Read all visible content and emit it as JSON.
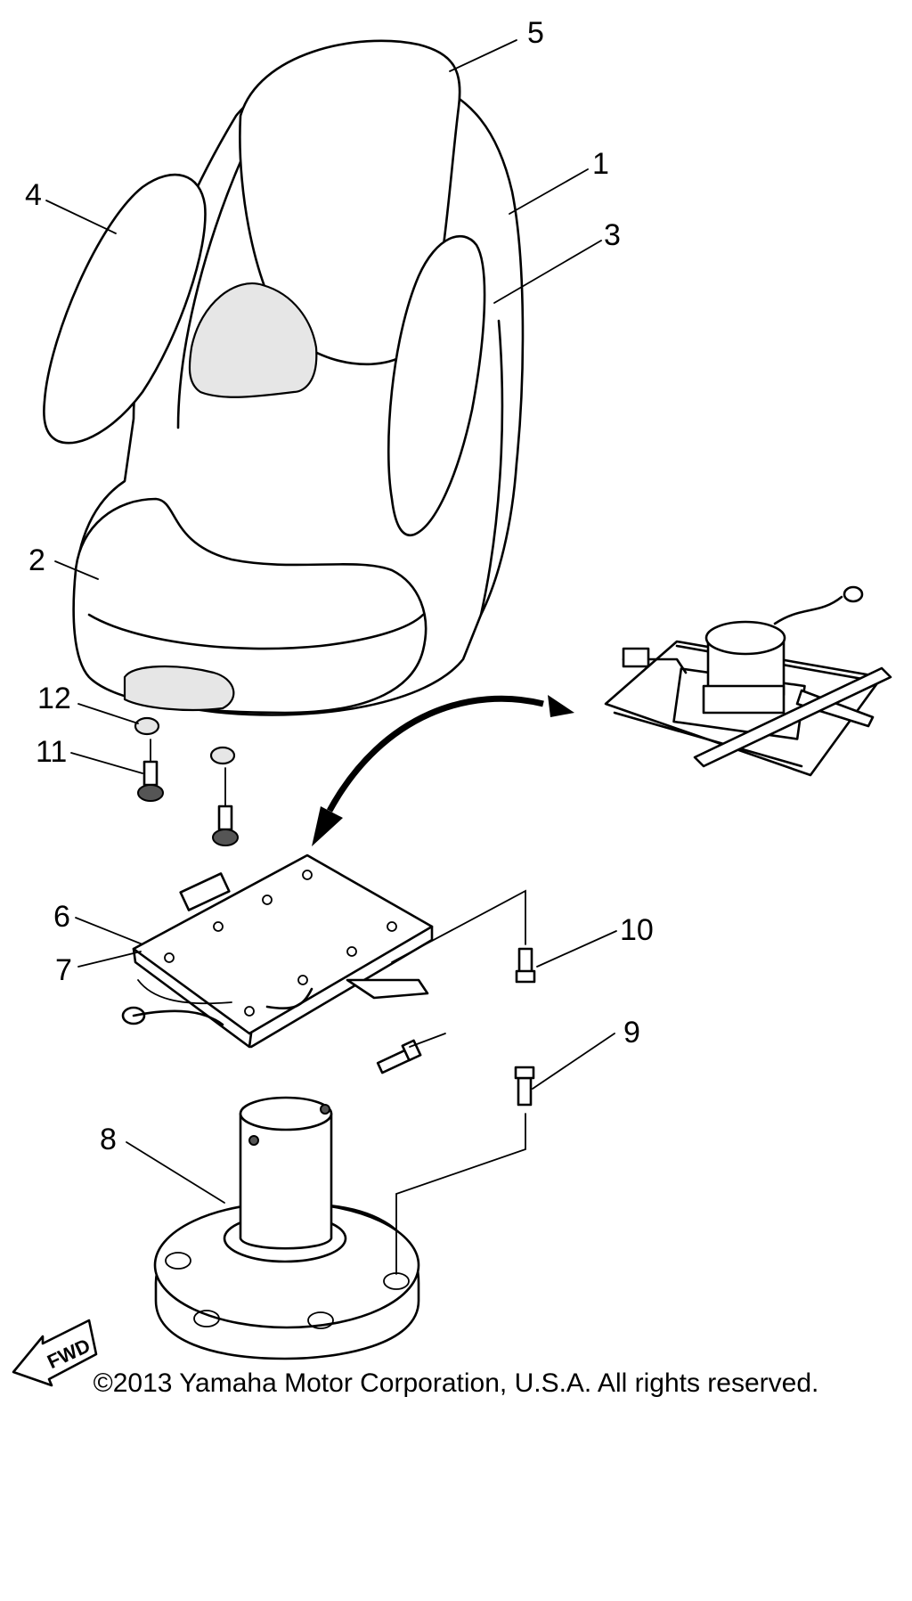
{
  "callouts": {
    "c1": "1",
    "c2": "2",
    "c3": "3",
    "c4": "4",
    "c5": "5",
    "c6": "6",
    "c7": "7",
    "c8": "8",
    "c9": "9",
    "c10": "10",
    "c11": "11",
    "c12": "12"
  },
  "fwd_badge": "FWD",
  "copyright": "©2013 Yamaha Motor Corporation, U.S.A. All rights reserved."
}
